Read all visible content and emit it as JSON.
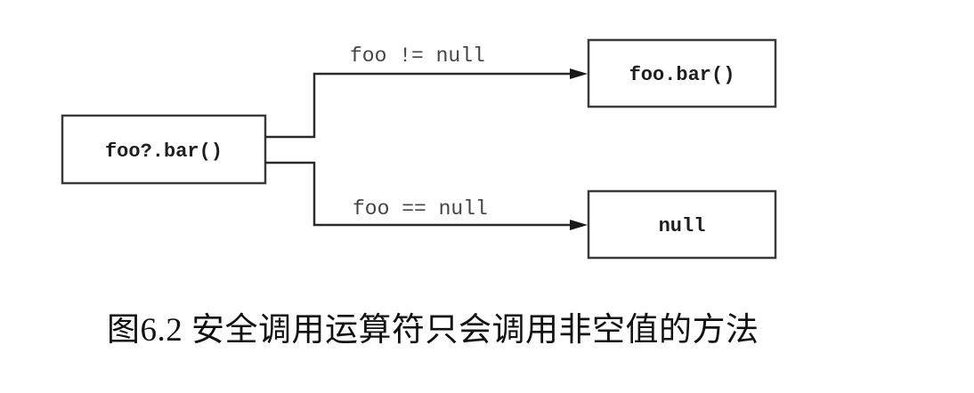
{
  "diagram": {
    "source_node": {
      "label": "foo?.bar()"
    },
    "branches": [
      {
        "condition": "foo != null",
        "target": {
          "label": "foo.bar()"
        }
      },
      {
        "condition": "foo == null",
        "target": {
          "label": "null"
        }
      }
    ]
  },
  "caption": "图6.2 安全调用运算符只会调用非空值的方法",
  "colors": {
    "stroke": "#2a2a2a",
    "text": "#1e1e1e",
    "label_text": "#444444",
    "background": "#ffffff"
  }
}
